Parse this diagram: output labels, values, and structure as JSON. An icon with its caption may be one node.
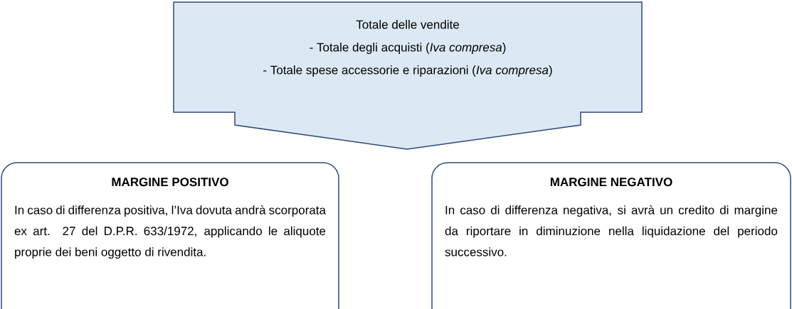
{
  "diagram": {
    "nodes": [
      {
        "text": [
          "Totale delle vendite",
          "- Totale degli acquisti (*Iva compresa*)",
          "- Totale spese accessorie e riparazioni (*Iva compresa*)"
        ]
      },
      {
        "text": [
          "MARGINE POSITIVO",
          "In caso di differenza positiva, l’Iva dovuta andrà scorporata ex art. 27 del D.P.R. 633/1972, applicando le aliquote proprie dei beni oggetto di rivendita."
        ]
      },
      {
        "text": [
          "MARGINE NEGATIVO",
          "In caso di differenza negativa, si avrà un credito di margine da riportare in diminuzione nella liquidazione del periodo successivo."
        ]
      }
    ]
  }
}
